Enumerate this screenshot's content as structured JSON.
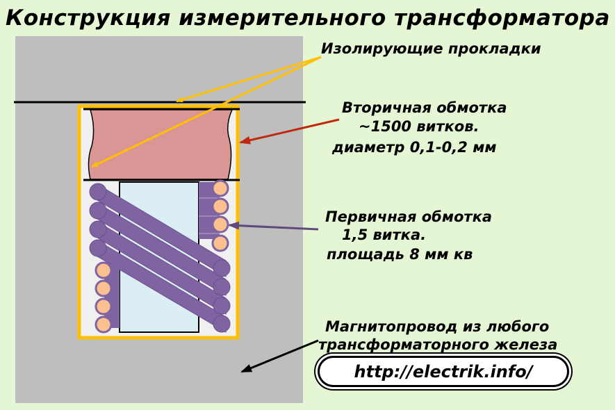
{
  "title": "Конструкция измерительного трансформатора",
  "labels": {
    "insulating_pads": "Изолирующие прокладки",
    "secondary_winding": {
      "line1": "Вторичная обмотка",
      "line2": "~1500 витков.",
      "line3": "диаметр 0,1-0,2 мм"
    },
    "primary_winding": {
      "line1": "Первичная обмотка",
      "line2": "1,5 витка.",
      "line3": "площадь 8 мм кв"
    },
    "magnetic_core": {
      "line1": "Магнитопровод из любого",
      "line2": "трансформаторного железа"
    }
  },
  "url": "http://electrik.info/",
  "colors": {
    "background": "#e4f6d4",
    "core": "#bebebe",
    "frame": "#ffc000",
    "secondary": "#d99694",
    "primary_band": "#8064a2",
    "conductor": "#fac090",
    "inner_core": "#daeef3",
    "arrow_yellow": "#ffc000",
    "arrow_red": "#c0280e",
    "arrow_purple": "#604a7b",
    "arrow_black": "#000000"
  }
}
